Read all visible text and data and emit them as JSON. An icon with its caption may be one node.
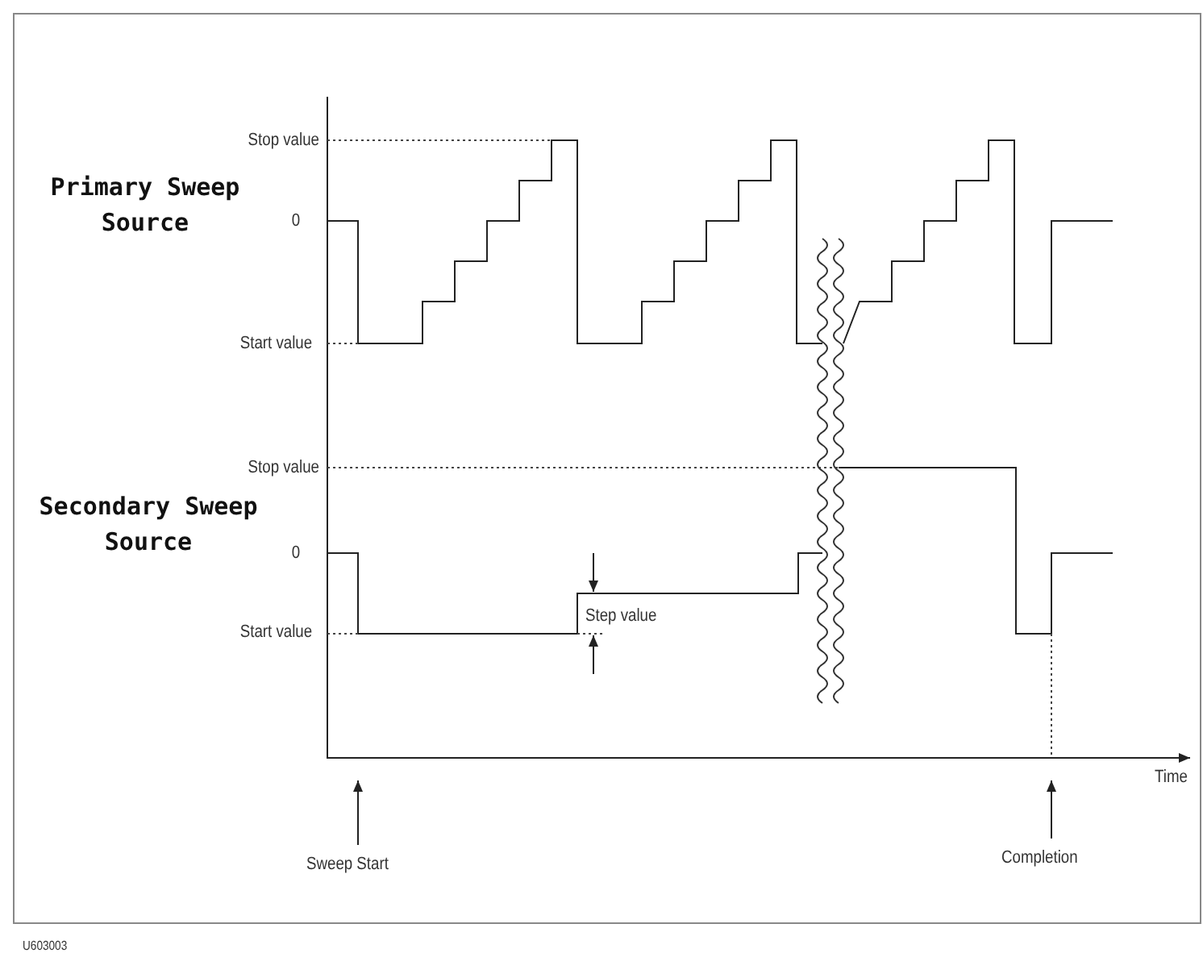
{
  "diagram": {
    "nodes": [
      {
        "text": [
          "Sweep Start"
        ]
      },
      {
        "text": [
          "Completion"
        ]
      }
    ],
    "edges": [
      {
        "from": 0,
        "to": null,
        "arrow": "to"
      },
      {
        "from": 1,
        "to": null,
        "arrow": "to"
      }
    ],
    "labels": [
      "Stop value",
      "Primary Sweep Source",
      "0",
      "Start value",
      "Stop value",
      "Secondary Sweep Source",
      "0",
      "Start value",
      "Step value",
      "Time",
      "U603003"
    ]
  }
}
